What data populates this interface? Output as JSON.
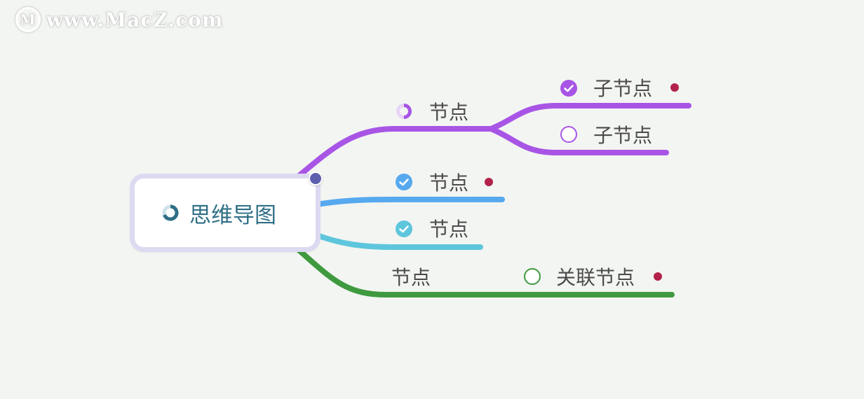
{
  "watermark": {
    "text": "www.MacZ.com",
    "logo_letter": "M"
  },
  "root": {
    "title": "思维导图",
    "icon": "progress-ring-icon"
  },
  "branches": [
    {
      "label": "节点",
      "color": "#a855e6",
      "icon": "half-progress-icon",
      "children": [
        {
          "label": "子节点",
          "icon": "check-filled-icon",
          "marker": true
        },
        {
          "label": "子节点",
          "icon": "empty-circle-icon",
          "marker": false
        }
      ]
    },
    {
      "label": "节点",
      "color": "#56a9ef",
      "icon": "check-filled-icon",
      "marker": true
    },
    {
      "label": "节点",
      "color": "#5ec6dc",
      "icon": "check-filled-icon",
      "marker": false
    },
    {
      "label": "节点",
      "color": "#3f9a3f",
      "children": [
        {
          "label": "关联节点",
          "icon": "empty-circle-icon",
          "marker": true
        }
      ]
    }
  ],
  "colors": {
    "background": "#f3f5f2",
    "marker": "#b2224a",
    "root_border": "#dcdaf1",
    "root_text": "#2f6f86",
    "handle": "#5d5fae"
  }
}
